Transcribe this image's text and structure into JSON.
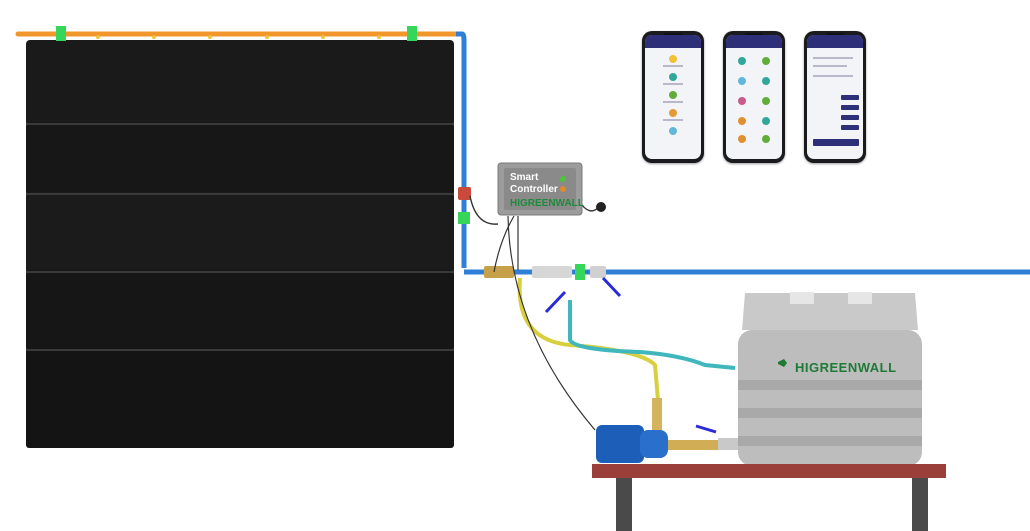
{
  "controller": {
    "line1": "Smart",
    "line2": "Controller",
    "brand": "HIGREENWALL"
  },
  "tank": {
    "brand": "HIGREENWALL"
  },
  "colors": {
    "panel": "#151515",
    "pipe_blue": "#2f7fd6",
    "pipe_orange": "#f0962a",
    "hose_yellow": "#d8cf3e",
    "hose_teal": "#3fb7bd",
    "pump_blue": "#1d5fb8",
    "table_top": "#9a3f3a",
    "table_legs": "#4a4a4a",
    "clip_green": "#35d65a",
    "app_header": "#2d2f78"
  },
  "icons": [
    "phone-app-screens",
    "valve-icon",
    "pump-icon",
    "water-tank-icon"
  ]
}
